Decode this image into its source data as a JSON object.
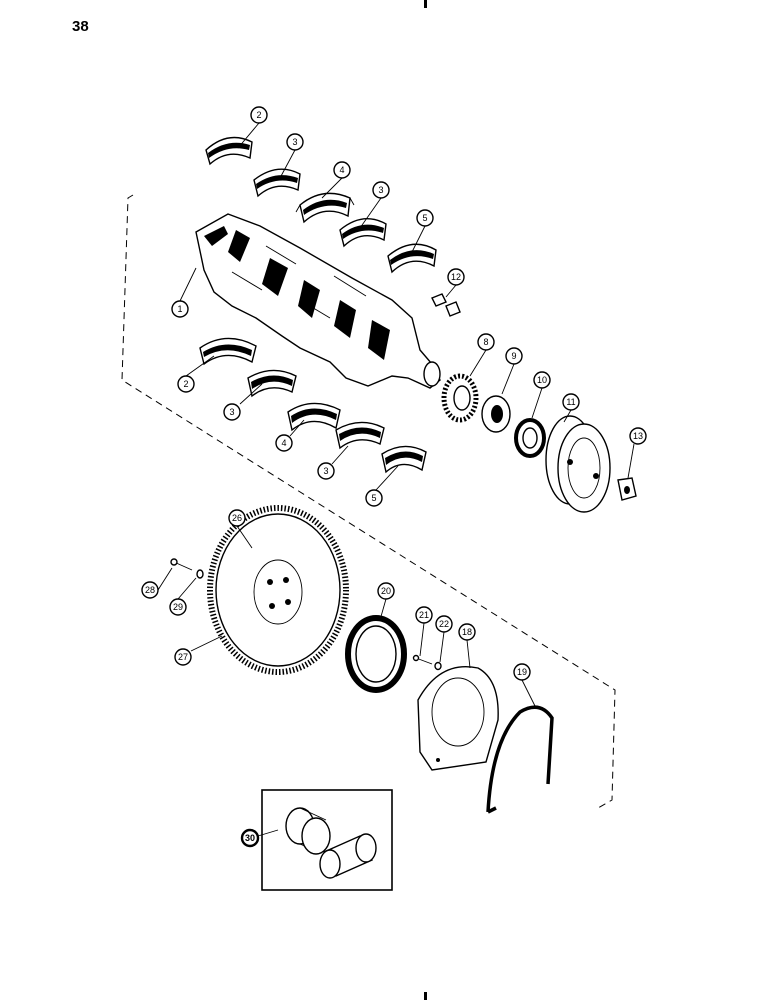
{
  "page": {
    "number": "38"
  },
  "callouts": {
    "c1": "1",
    "c2a": "2",
    "c2b": "2",
    "c3a": "3",
    "c3b": "3",
    "c3c": "3",
    "c3d": "3",
    "c4a": "4",
    "c4b": "4",
    "c5a": "5",
    "c5b": "5",
    "c8": "8",
    "c9": "9",
    "c10": "10",
    "c11": "11",
    "c12": "12",
    "c13": "13",
    "c18": "18",
    "c19": "19",
    "c20": "20",
    "c21": "21",
    "c22": "22",
    "c26": "26",
    "c27": "27",
    "c28": "28",
    "c29": "29",
    "c30": "30"
  }
}
